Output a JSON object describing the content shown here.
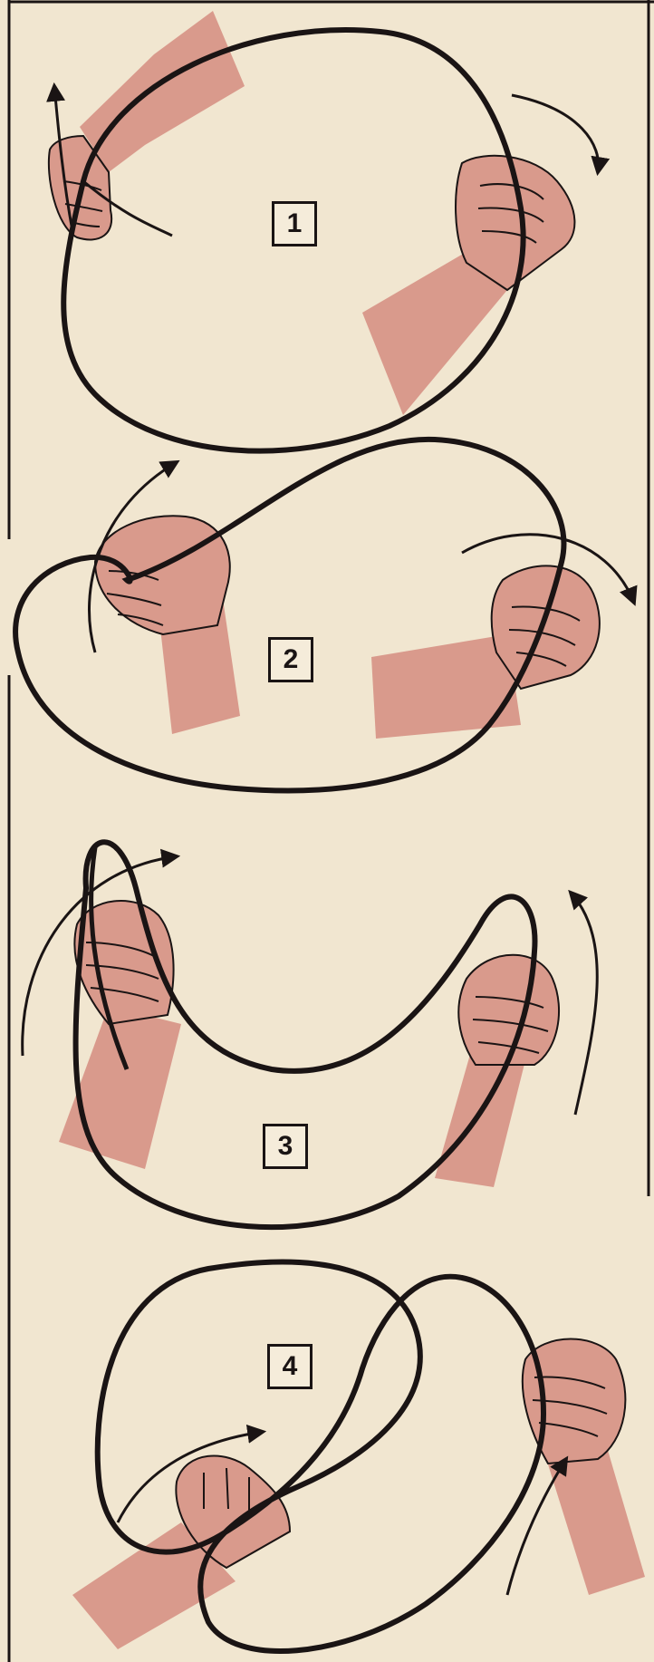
{
  "steps": [
    {
      "number": "1"
    },
    {
      "number": "2"
    },
    {
      "number": "3"
    },
    {
      "number": "4"
    }
  ],
  "colors": {
    "paper": "#f1e6d0",
    "skin": "#d99a8c",
    "skin_shade": "#c57f72",
    "ink": "#1a1414"
  },
  "icons": [
    "hand-icon",
    "curved-arrow-icon",
    "saw-blade-loop-icon"
  ]
}
